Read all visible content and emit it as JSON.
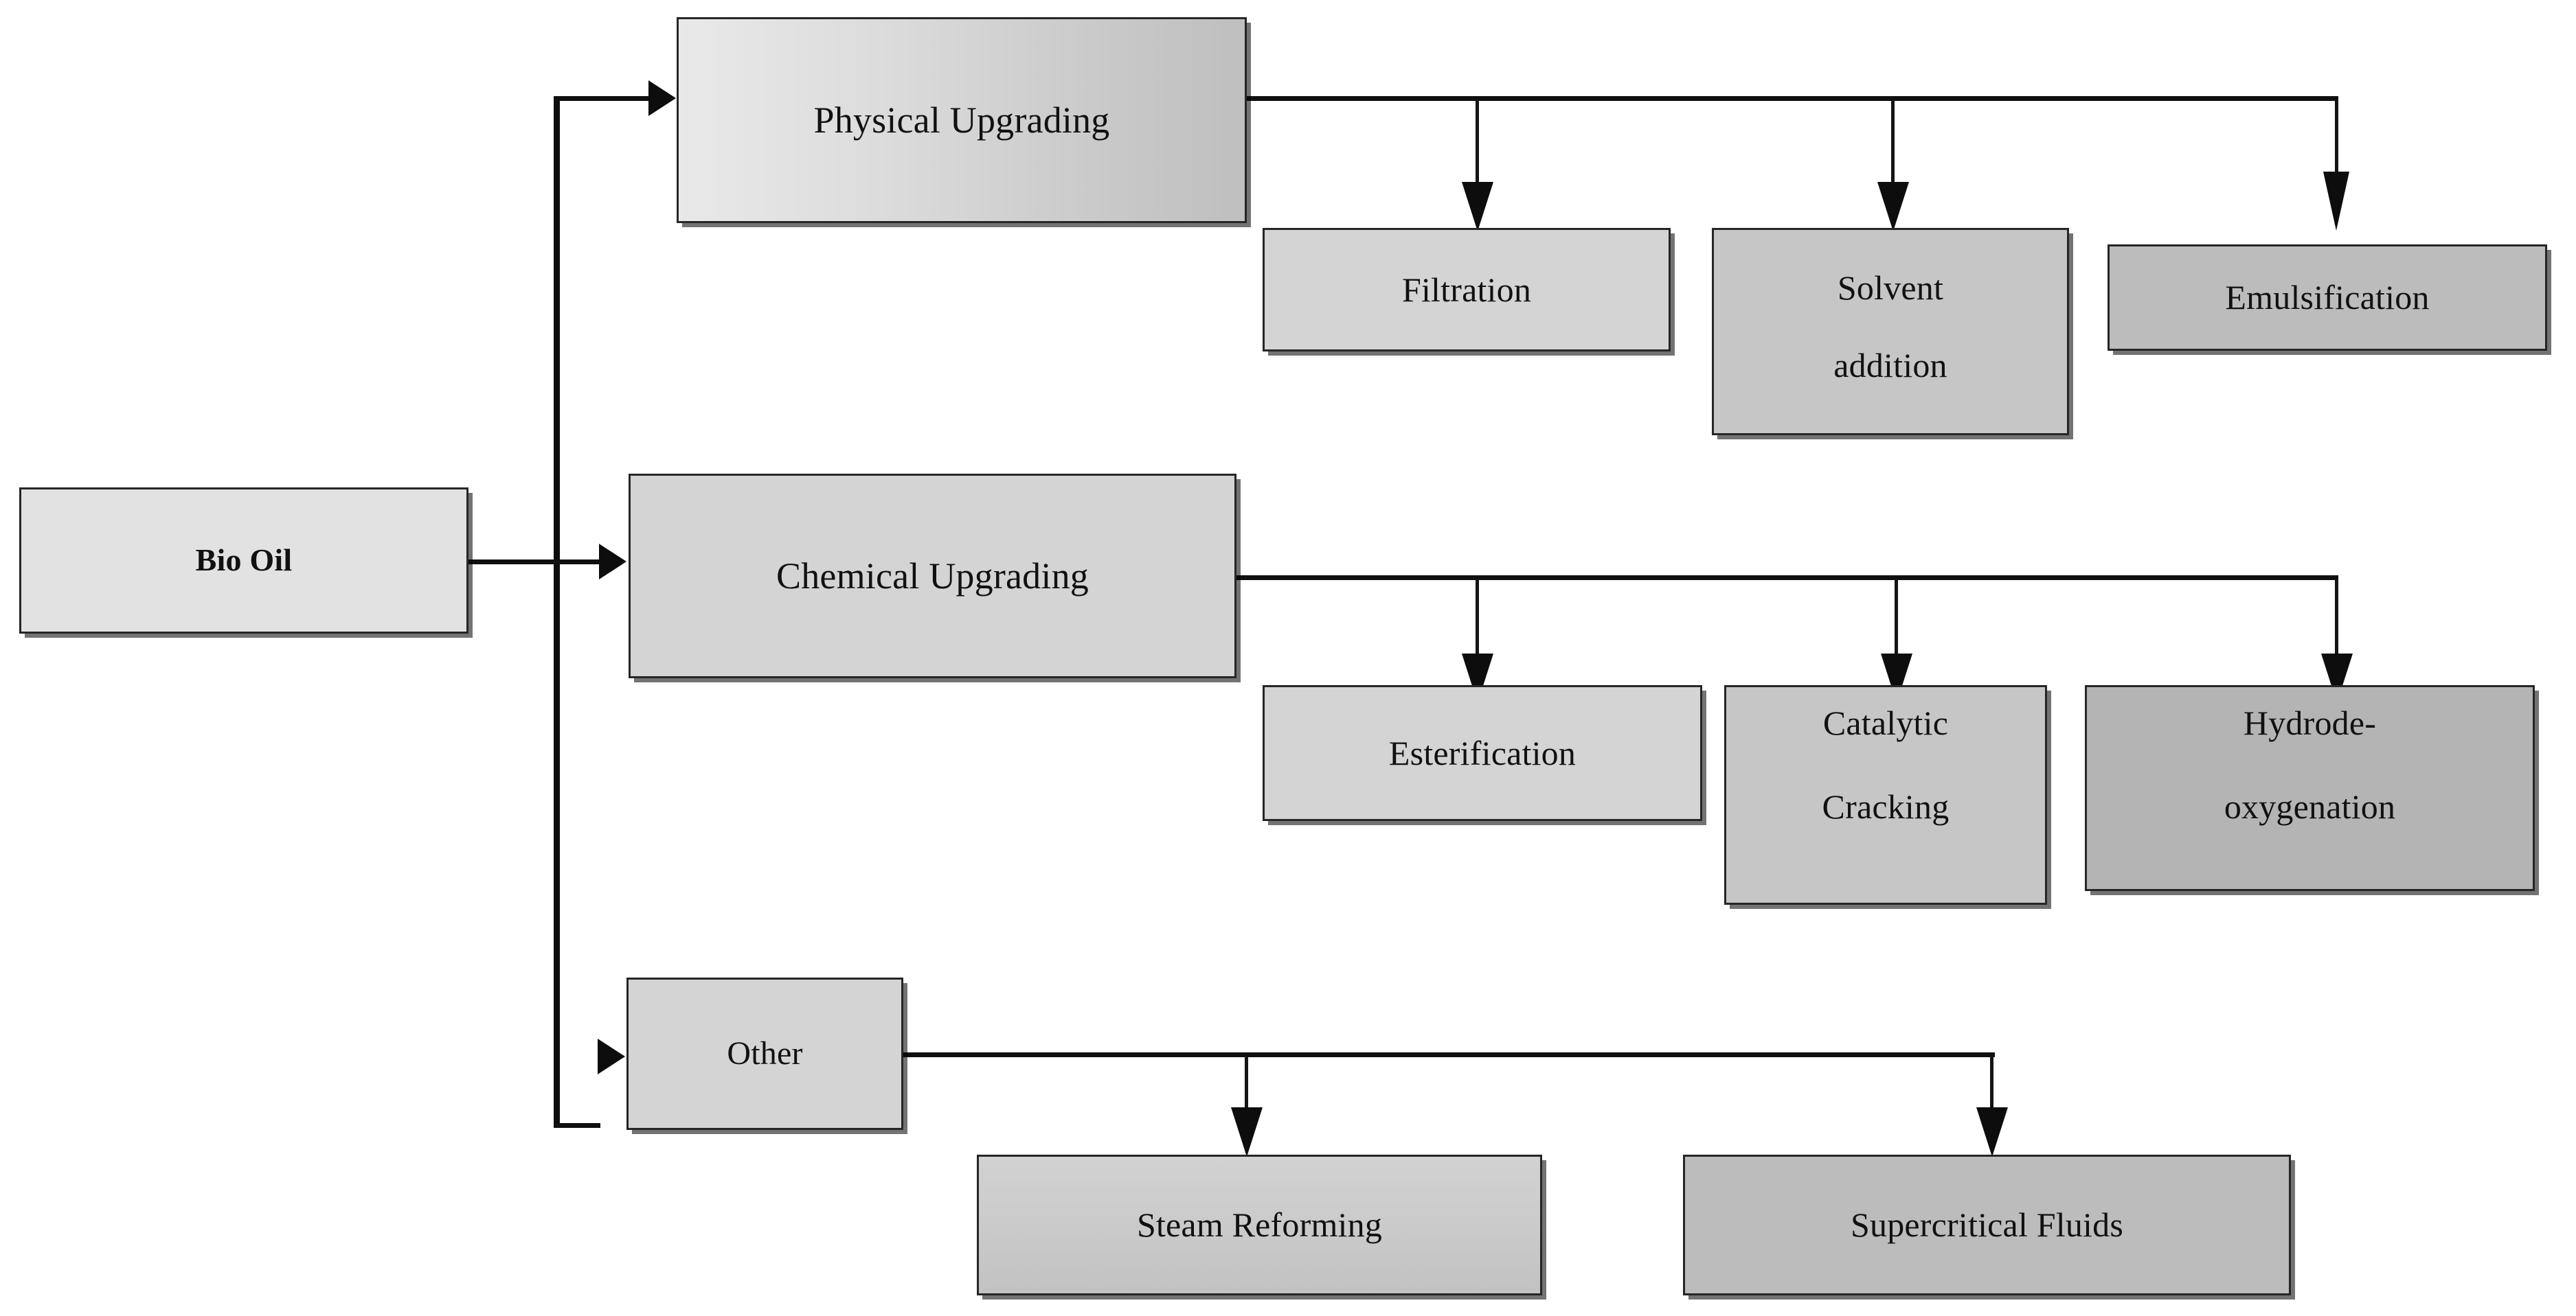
{
  "diagram": {
    "type": "flowchart",
    "orientation": "left-to-right tree",
    "root": {
      "label": "Bio Oil"
    },
    "branches": [
      {
        "label": "Physical Upgrading",
        "children": [
          {
            "label": "Filtration"
          },
          {
            "label": "Solvent\naddition"
          },
          {
            "label": "Emulsification"
          }
        ]
      },
      {
        "label": "Chemical Upgrading",
        "children": [
          {
            "label": "Esterification"
          },
          {
            "label": "Catalytic\n\nCracking"
          },
          {
            "label": "Hydrode-\n\noxygenation"
          }
        ]
      },
      {
        "label": "Other",
        "children": [
          {
            "label": "Steam Reforming"
          },
          {
            "label": "Supercritical Fluids"
          }
        ]
      }
    ]
  },
  "colors": {
    "box_border": "#262626",
    "connector": "#101010",
    "fill_lightest": "#e2e2e2",
    "fill_light": "#d4d4d4",
    "fill_mid": "#c6c6c6",
    "fill_dark": "#bcbcbc",
    "background": "#ffffff"
  },
  "top_fragment": {
    "text": ""
  }
}
